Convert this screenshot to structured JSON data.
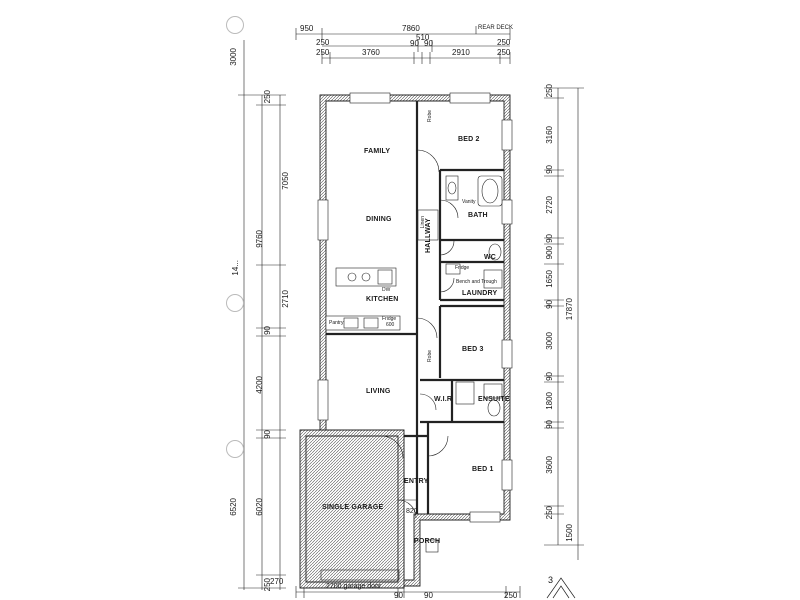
{
  "rooms": {
    "family": "FAMILY",
    "dining": "DINING",
    "kitchen": "KITCHEN",
    "living": "LIVING",
    "single_garage": "SINGLE GARAGE",
    "entry": "ENTRY",
    "porch": "PORCH",
    "bed2": "BED 2",
    "bath": "BATH",
    "wc": "WC",
    "laundry": "LAUNDRY",
    "bed3": "BED 3",
    "wir": "W.I.R",
    "ensuite": "ENSUITE",
    "bed1": "BED 1",
    "hallway": "HALLWAY",
    "pantry": "Pantry"
  },
  "annotations": {
    "rear_deck": "REAR DECK",
    "garage_door": "2700 garage door",
    "entry_width": "820",
    "page_number": "3",
    "stove": "DW",
    "fridge_space": "Fridge",
    "oven": "600",
    "laundry_tub": "Bench and Trough",
    "bath_basin": "Vanity",
    "robe_bed2": "Robe",
    "robe_bed3": "Robe",
    "linen": "Linen",
    "fridge": "Fridge"
  },
  "dims_top": {
    "overall": "7860",
    "left_offset": "950",
    "segments_row2": [
      "250",
      "510",
      "250"
    ],
    "segments_row3": [
      "250",
      "3760",
      "90",
      "90",
      "2910",
      "250"
    ]
  },
  "dims_left": {
    "top_gap": "3000",
    "outer": [
      "250",
      "7050",
      "2710",
      "90",
      "4200",
      "90",
      "6520",
      "250"
    ],
    "inner": [
      "9760",
      "6020"
    ],
    "overall_partial": "14..."
  },
  "dims_right": {
    "segments": [
      "250",
      "3160",
      "90",
      "2720",
      "90",
      "900",
      "1650",
      "90",
      "3000",
      "90",
      "1800",
      "90",
      "3600",
      "250",
      "1500"
    ],
    "overall": "17870"
  },
  "dims_bottom": [
    "270",
    "90",
    "90",
    "250"
  ]
}
